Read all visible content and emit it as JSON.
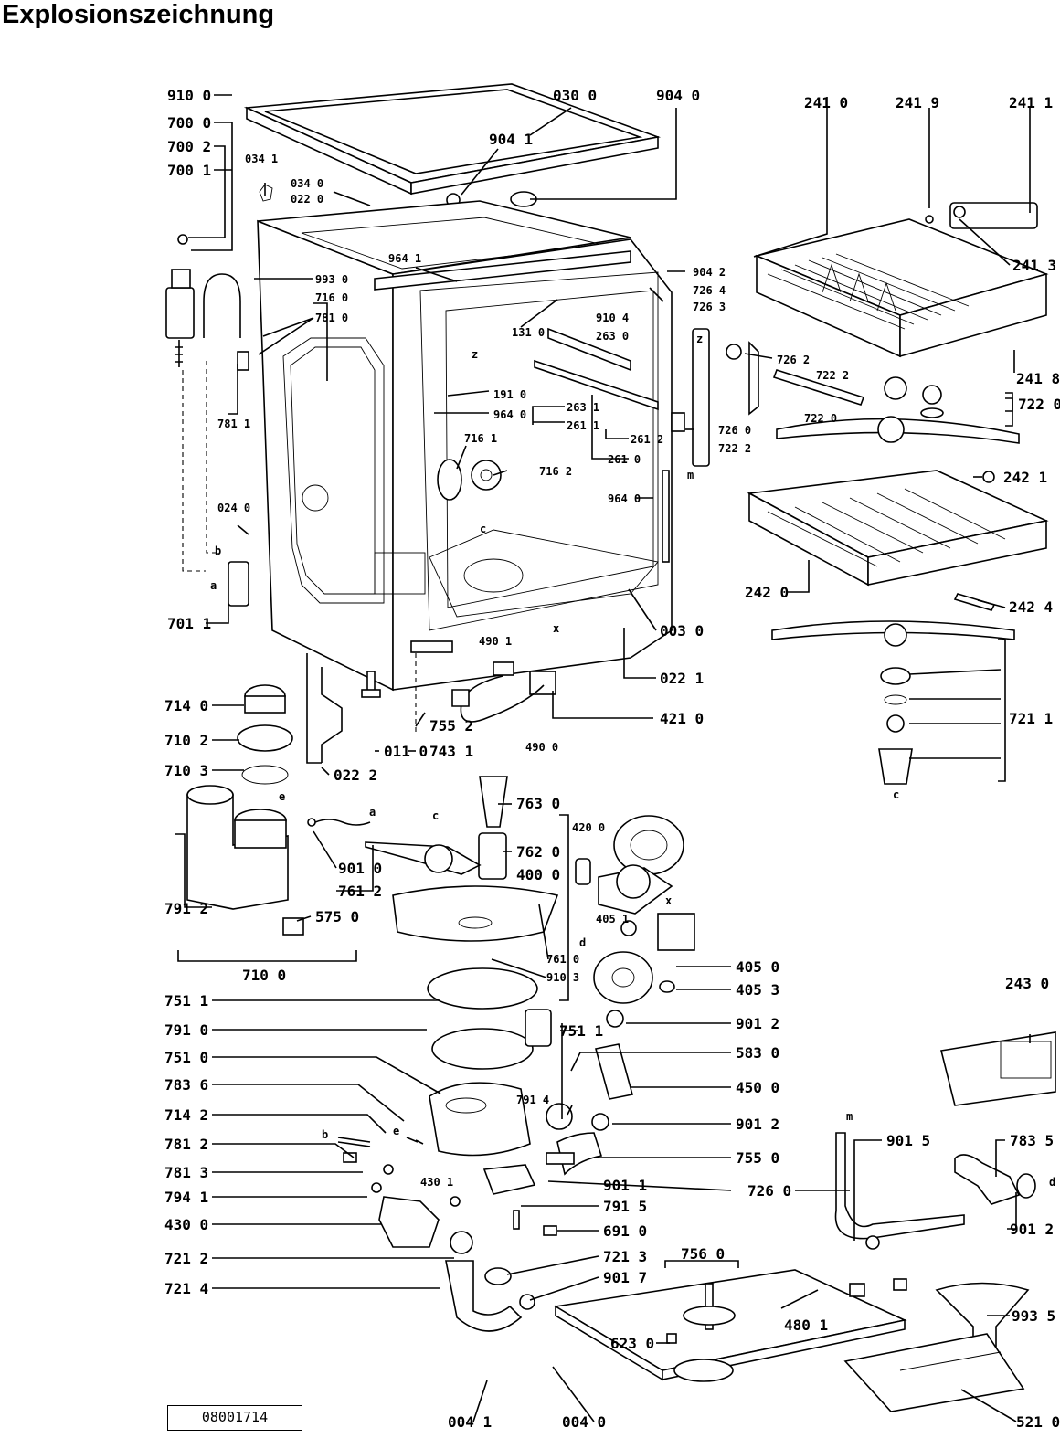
{
  "title": "Explosionszeichnung",
  "doc_number": "08001714",
  "labels": {
    "l9100": "910 0",
    "l7000": "700 0",
    "l7002": "700 2",
    "l7001": "700 1",
    "l0341": "034 1",
    "l0340": "034 0",
    "l0220": "022 0",
    "l0300": "030 0",
    "l9040": "904 0",
    "l9041": "904 1",
    "l9641": "964 1",
    "l9930": "993 0",
    "l7160": "716 0",
    "l7810": "781 0",
    "l7811": "781 1",
    "l9042": "904 2",
    "l7264": "726 4",
    "l7263": "726 3",
    "l9104": "910 4",
    "l2630": "263 0",
    "l1310": "131 0",
    "l7262": "726 2",
    "l1910": "191 0",
    "l9640": "964 0",
    "l2631": "263 1",
    "l2611": "261 1",
    "l2612": "261 2",
    "l2610": "261 0",
    "l7161": "716 1",
    "l7162": "716 2",
    "l7260": "726 0",
    "l7222": "722 2",
    "l7222b": "722 2",
    "l7220": "722 0",
    "l7220b": "722 0",
    "l9640b": "964 0",
    "l0240": "024 0",
    "l7011": "701 1",
    "l0030": "003 0",
    "l0221": "022 1",
    "l4901": "490 1",
    "l4210": "421 0",
    "l4900": "490 0",
    "l7552": "755 2",
    "l7431": "743 1",
    "l2410": "241 0",
    "l2419": "241 9",
    "l2411": "241 1",
    "l2413": "241 3",
    "l2418": "241 8",
    "l2421": "242 1",
    "l2420": "242 0",
    "l2424": "242 4",
    "l7211": "721 1",
    "l7140": "714 0",
    "l7102": "710 2",
    "l7103": "710 3",
    "l0110": "011 0",
    "l0222": "022 2",
    "l9010": "901 0",
    "l7612": "761 2",
    "l7912": "791 2",
    "l5750": "575 0",
    "l7100": "710 0",
    "l7630": "763 0",
    "l7620": "762 0",
    "l4200": "420 0",
    "l4000": "400 0",
    "l4051": "405 1",
    "l7610": "761 0",
    "l9103": "910 3",
    "l4050": "405 0",
    "l4053": "405 3",
    "l9012": "901 2",
    "l7511": "751 1",
    "l7511b": "751 1",
    "l7910": "791 0",
    "l7510": "751 0",
    "l5830": "583 0",
    "l7836": "783 6",
    "l4500": "450 0",
    "l7914": "791 4",
    "l7142": "714 2",
    "l9012b": "901 2",
    "l7812": "781 2",
    "l7550": "755 0",
    "l7813": "781 3",
    "l4301": "430 1",
    "l9011": "901 1",
    "l7941": "794 1",
    "l7915": "791 5",
    "l4300": "430 0",
    "l6910": "691 0",
    "l7212": "721 2",
    "l7213": "721 3",
    "l7214": "721 4",
    "l9017": "901 7",
    "l7560": "756 0",
    "l4801": "480 1",
    "l6230": "623 0",
    "l2430": "243 0",
    "l9015": "901 5",
    "l7835": "783 5",
    "l7260b": "726 0",
    "l9012c": "901 2",
    "l9935": "993 5",
    "l0041": "004 1",
    "l0040": "004 0",
    "l5210": "521 0"
  },
  "letters": {
    "z1": "z",
    "z2": "z",
    "c1": "c",
    "b1": "b",
    "a1": "a",
    "x1": "x",
    "m1": "m",
    "c2": "c",
    "e1": "e",
    "a2": "a",
    "c3": "c",
    "x2": "x",
    "d1": "d",
    "b2": "b",
    "e2": "e",
    "m2": "m",
    "d2": "d"
  }
}
